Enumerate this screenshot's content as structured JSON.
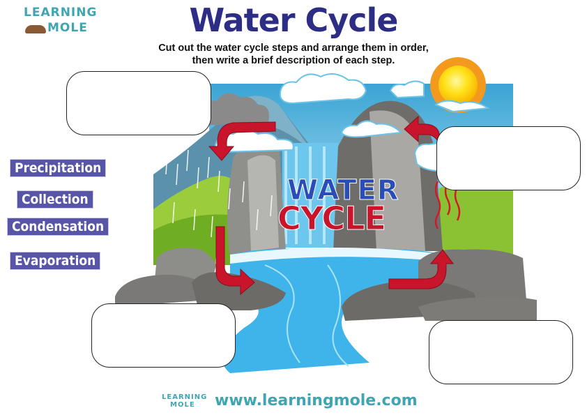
{
  "header": {
    "logo_line1": "LEARNING",
    "logo_line2": "MOLE",
    "title": "Water Cycle",
    "instructions_line1": "Cut out the water cycle steps and arrange them in order,",
    "instructions_line2": "then write a brief description of each step."
  },
  "illustration": {
    "title_line1": "WATER",
    "title_line2": "CYCLE",
    "icons": [
      "sun-icon",
      "cloud-icon",
      "rain-icon",
      "mountain-icon",
      "waterfall-icon",
      "river-icon",
      "rock-icon",
      "red-arrow-icon",
      "heat-wave-icon"
    ]
  },
  "step_labels": [
    {
      "label": "Precipitation"
    },
    {
      "label": "Collection"
    },
    {
      "label": "Condensation"
    },
    {
      "label": "Evaporation"
    }
  ],
  "answer_boxes": [
    {
      "position": "top-left",
      "value": ""
    },
    {
      "position": "top-right",
      "value": ""
    },
    {
      "position": "bottom-left",
      "value": ""
    },
    {
      "position": "bottom-right",
      "value": ""
    }
  ],
  "footer": {
    "logo_line1": "LEARNING",
    "logo_line2": "MOLE",
    "url": "www.learningmole.com"
  },
  "colors": {
    "title": "#2e2d86",
    "label_bg": "#5855a6",
    "brand": "#3fa5b3",
    "arrow": "#c8152b",
    "water": "#3fb4ea"
  }
}
